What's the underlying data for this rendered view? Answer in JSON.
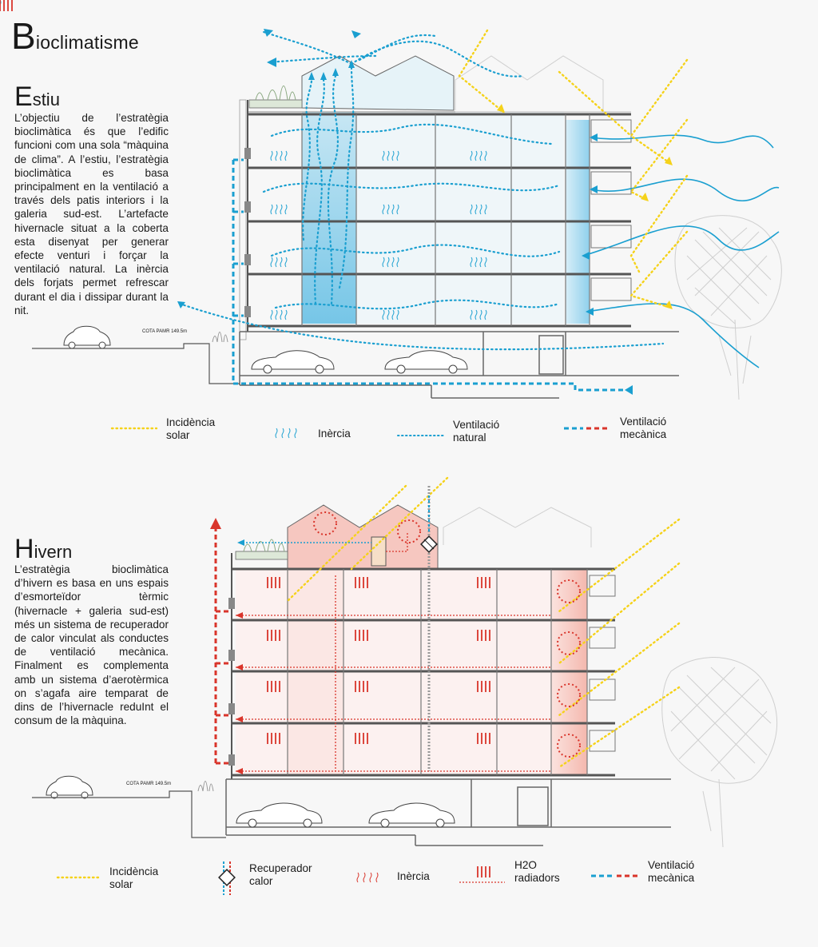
{
  "title_initial": "B",
  "title_rest": "ioclimatisme",
  "summer": {
    "initial": "E",
    "rest": "stiu",
    "text": "L’objectiu de l’estratègia bioclimàtica és que l’edific funcioni com una sola “màquina de clima”. A l’estiu, l’estratègia bioclimàtica es basa principalment en la ventilació a través dels patis interiors i la galeria sud-est. L’artefacte hivernacle situat a la coberta esta disenyat per generar efecte venturi i forçar la ventilació natural. La inèrcia dels forjats permet refrescar durant el dia i dissipar durant la nit.",
    "elevation_label": "COTA PAMR 149.5m",
    "legend": {
      "solar": [
        "Incidència",
        "solar"
      ],
      "inertia": "Inèrcia",
      "natural": [
        "Ventilació",
        "natural"
      ],
      "mechanical": [
        "Ventilació",
        "mecànica"
      ]
    }
  },
  "winter": {
    "initial": "H",
    "rest": "ivern",
    "text": "L’estratègia bioclimàtica d’hivern es basa en uns espais d’esmorteïdor tèrmic (hivernacle + galeria sud-est) més un sistema de recuperador de calor vinculat als conductes de ventilació mecànica. Finalment es complementa amb un sistema d’aerotèrmica on s’agafa aire temparat de dins de l’hivernacle reduInt el consum de la màquina.",
    "elevation_label": "COTA PAMR 149.5m",
    "legend": {
      "solar": [
        "Incidència",
        "solar"
      ],
      "recuperator": [
        "Recuperador",
        "calor"
      ],
      "inertia": "Inèrcia",
      "radiators": [
        "H2O",
        "radiadors"
      ],
      "mechanical": [
        "Ventilació",
        "mecànica"
      ]
    }
  },
  "colors": {
    "solar": "#f5d21a",
    "blue": "#1a9fd0",
    "red": "#d9352b",
    "line": "#555555",
    "pink": "#f6c7c0"
  }
}
